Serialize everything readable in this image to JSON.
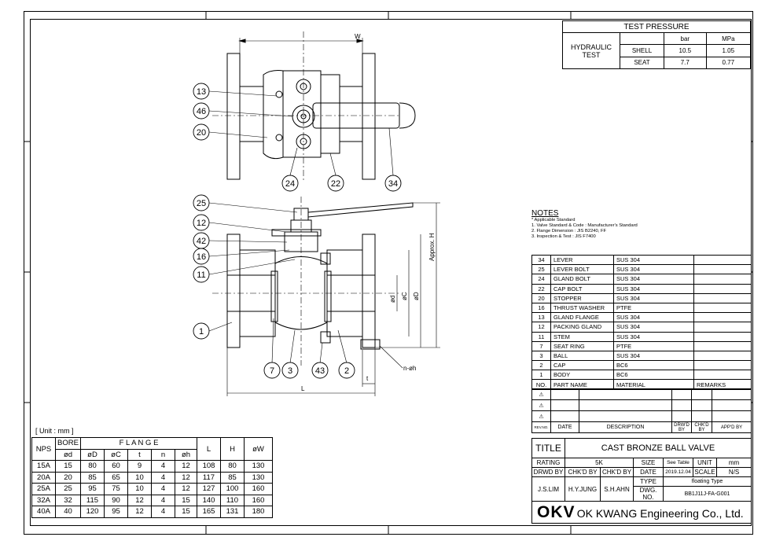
{
  "test_pressure": {
    "title": "TEST PRESSURE",
    "method": "HYDRAULIC TEST",
    "unit_bar": "bar",
    "unit_mpa": "MPa",
    "rows": [
      {
        "name": "SHELL",
        "bar": "10.5",
        "mpa": "1.05"
      },
      {
        "name": "SEAT",
        "bar": "7.7",
        "mpa": "0.77"
      }
    ]
  },
  "notes": {
    "title": "NOTES",
    "lines": [
      "* Applicable Standard",
      "1. Valve Standard & Code : Manufacturer's Standard",
      "2. Flange Dimension : JIS B2240, FF",
      "3. Inspection & Test : JIS F7400"
    ]
  },
  "parts": {
    "rows": [
      {
        "no": "34",
        "name": "LEVER",
        "material": "SUS 304"
      },
      {
        "no": "25",
        "name": "LEVER BOLT",
        "material": "SUS 304"
      },
      {
        "no": "24",
        "name": "GLAND BOLT",
        "material": "SUS 304"
      },
      {
        "no": "22",
        "name": "CAP BOLT",
        "material": "SUS 304"
      },
      {
        "no": "20",
        "name": "STOPPER",
        "material": "SUS 304"
      },
      {
        "no": "16",
        "name": "THRUST WASHER",
        "material": "PTFE"
      },
      {
        "no": "13",
        "name": "GLAND FLANGE",
        "material": "SUS 304"
      },
      {
        "no": "12",
        "name": "PACKING GLAND",
        "material": "SUS 304"
      },
      {
        "no": "11",
        "name": "STEM",
        "material": "SUS 304"
      },
      {
        "no": "7",
        "name": "SEAT RING",
        "material": "PTFE"
      },
      {
        "no": "3",
        "name": "BALL",
        "material": "SUS 304"
      },
      {
        "no": "2",
        "name": "CAP",
        "material": "BC6"
      },
      {
        "no": "1",
        "name": "BODY",
        "material": "BC6"
      }
    ],
    "header": {
      "no": "NO.",
      "name": "PART NAME",
      "material": "MATERIAL",
      "remarks": "REMARKS"
    }
  },
  "revision": {
    "header": {
      "rev": "REV.NO.",
      "date": "DATE",
      "desc": "DESCRIPTION",
      "drwd": "DRW'D BY",
      "chkd": "CHK'D BY",
      "appd": "APP'D BY"
    }
  },
  "title_block": {
    "title_label": "TITLE",
    "title": "CAST BRONZE BALL VALVE",
    "rating_label": "RATING",
    "rating": "5K",
    "size_label": "SIZE",
    "size": "See Table",
    "unit_label": "UNIT",
    "unit": "mm",
    "drwd_label": "DRWD BY",
    "chkd_label": "CHK'D BY",
    "chkd2_label": "CHK'D BY",
    "date_label": "DATE",
    "date": "2019.12.04",
    "scale_label": "SCALE",
    "scale": "N/S",
    "drwd": "J.S.LIM",
    "chkd": "H.Y.JUNG",
    "chkd2": "S.H.AHN",
    "type_label": "TYPE",
    "type": "floating Type",
    "dwg_label": "DWG. NO.",
    "dwg": "BB1J11J-FA-G001",
    "company_logo": "OKV",
    "company": "OK KWANG Engineering Co., Ltd."
  },
  "dimensions": {
    "unit_note": "[ Unit : mm ]",
    "headers": {
      "nps": "NPS",
      "bore": "BORE",
      "bore_sym": "ød",
      "flange": "F L A N G E",
      "D": "øD",
      "C": "øC",
      "t": "t",
      "n": "n",
      "h": "øh",
      "L": "L",
      "H": "H",
      "W": "øW"
    },
    "rows": [
      [
        "15A",
        "15",
        "80",
        "60",
        "9",
        "4",
        "12",
        "108",
        "80",
        "130"
      ],
      [
        "20A",
        "20",
        "85",
        "65",
        "10",
        "4",
        "12",
        "117",
        "85",
        "130"
      ],
      [
        "25A",
        "25",
        "95",
        "75",
        "10",
        "4",
        "12",
        "127",
        "100",
        "160"
      ],
      [
        "32A",
        "32",
        "115",
        "90",
        "12",
        "4",
        "15",
        "140",
        "110",
        "160"
      ],
      [
        "40A",
        "40",
        "120",
        "95",
        "12",
        "4",
        "15",
        "165",
        "131",
        "180"
      ]
    ]
  },
  "drawing": {
    "top_callouts": [
      "13",
      "46",
      "20",
      "24",
      "22",
      "34"
    ],
    "front_callouts": [
      "25",
      "12",
      "42",
      "16",
      "11",
      "1",
      "7",
      "3",
      "43",
      "2"
    ],
    "dim_labels": {
      "W": "W",
      "H": "Approx. H",
      "d": "ød",
      "C": "øC",
      "D": "øD",
      "L": "L",
      "t": "t",
      "nh": "n-øh"
    }
  }
}
